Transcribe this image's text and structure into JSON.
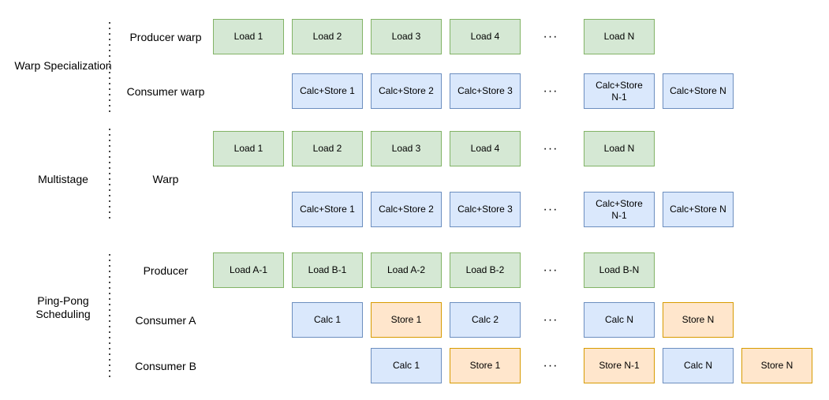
{
  "colors": {
    "green_fill": "#d5e8d4",
    "green_border": "#82b366",
    "blue_fill": "#dae8fc",
    "blue_border": "#6c8ebf",
    "orange_fill": "#ffe6cc",
    "orange_border": "#d79b00"
  },
  "ellipsis": "···",
  "sections": [
    {
      "label": "Warp Specialization",
      "rows": [
        {
          "label": "Producer warp",
          "boxes": [
            {
              "text": "Load 1",
              "type": "load"
            },
            {
              "text": "Load 2",
              "type": "load"
            },
            {
              "text": "Load 3",
              "type": "load"
            },
            {
              "text": "Load 4",
              "type": "load"
            },
            {
              "text": "Load N",
              "type": "load"
            }
          ]
        },
        {
          "label": "Consumer warp",
          "boxes": [
            {
              "text": "Calc+Store 1",
              "type": "calc-store"
            },
            {
              "text": "Calc+Store 2",
              "type": "calc-store"
            },
            {
              "text": "Calc+Store 3",
              "type": "calc-store"
            },
            {
              "text": "Calc+Store\nN-1",
              "type": "calc-store"
            },
            {
              "text": "Calc+Store N",
              "type": "calc-store"
            }
          ]
        }
      ]
    },
    {
      "label": "Multistage",
      "rows": [
        {
          "label": "Warp",
          "boxes": [
            {
              "text": "Load 1",
              "type": "load"
            },
            {
              "text": "Load 2",
              "type": "load"
            },
            {
              "text": "Load 3",
              "type": "load"
            },
            {
              "text": "Load 4",
              "type": "load"
            },
            {
              "text": "Load N",
              "type": "load"
            }
          ]
        },
        {
          "label": "",
          "boxes": [
            {
              "text": "Calc+Store 1",
              "type": "calc-store"
            },
            {
              "text": "Calc+Store 2",
              "type": "calc-store"
            },
            {
              "text": "Calc+Store 3",
              "type": "calc-store"
            },
            {
              "text": "Calc+Store\nN-1",
              "type": "calc-store"
            },
            {
              "text": "Calc+Store N",
              "type": "calc-store"
            }
          ]
        }
      ]
    },
    {
      "label": "Ping-Pong Scheduling",
      "rows": [
        {
          "label": "Producer",
          "boxes": [
            {
              "text": "Load A-1",
              "type": "load"
            },
            {
              "text": "Load B-1",
              "type": "load"
            },
            {
              "text": "Load A-2",
              "type": "load"
            },
            {
              "text": "Load B-2",
              "type": "load"
            },
            {
              "text": "Load B-N",
              "type": "load"
            }
          ]
        },
        {
          "label": "Consumer A",
          "boxes": [
            {
              "text": "Calc 1",
              "type": "calc"
            },
            {
              "text": "Store 1",
              "type": "store"
            },
            {
              "text": "Calc 2",
              "type": "calc"
            },
            {
              "text": "Calc N",
              "type": "calc"
            },
            {
              "text": "Store N",
              "type": "store"
            }
          ]
        },
        {
          "label": "Consumer B",
          "boxes": [
            {
              "text": "Calc 1",
              "type": "calc"
            },
            {
              "text": "Store 1",
              "type": "store"
            },
            {
              "text": "Store N-1",
              "type": "store"
            },
            {
              "text": "Calc N",
              "type": "calc"
            },
            {
              "text": "Store N",
              "type": "store"
            }
          ]
        }
      ]
    }
  ]
}
